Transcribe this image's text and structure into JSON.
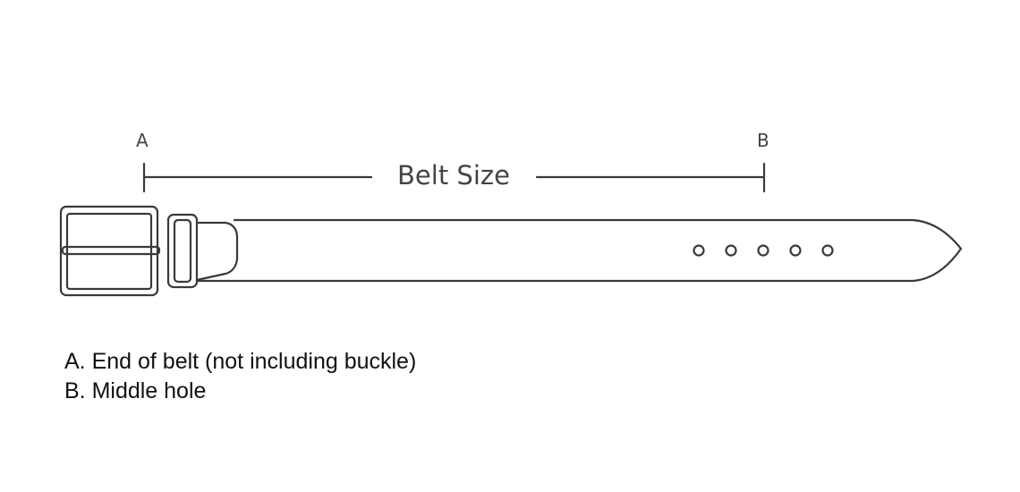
{
  "diagram": {
    "marker_a": "A",
    "marker_b": "B",
    "dimension_label": "Belt Size",
    "hole_count": 5,
    "line_color": "#3a3a3a"
  },
  "legend": {
    "item_a": "A. End of belt (not including buckle)",
    "item_b": "B. Middle hole"
  }
}
